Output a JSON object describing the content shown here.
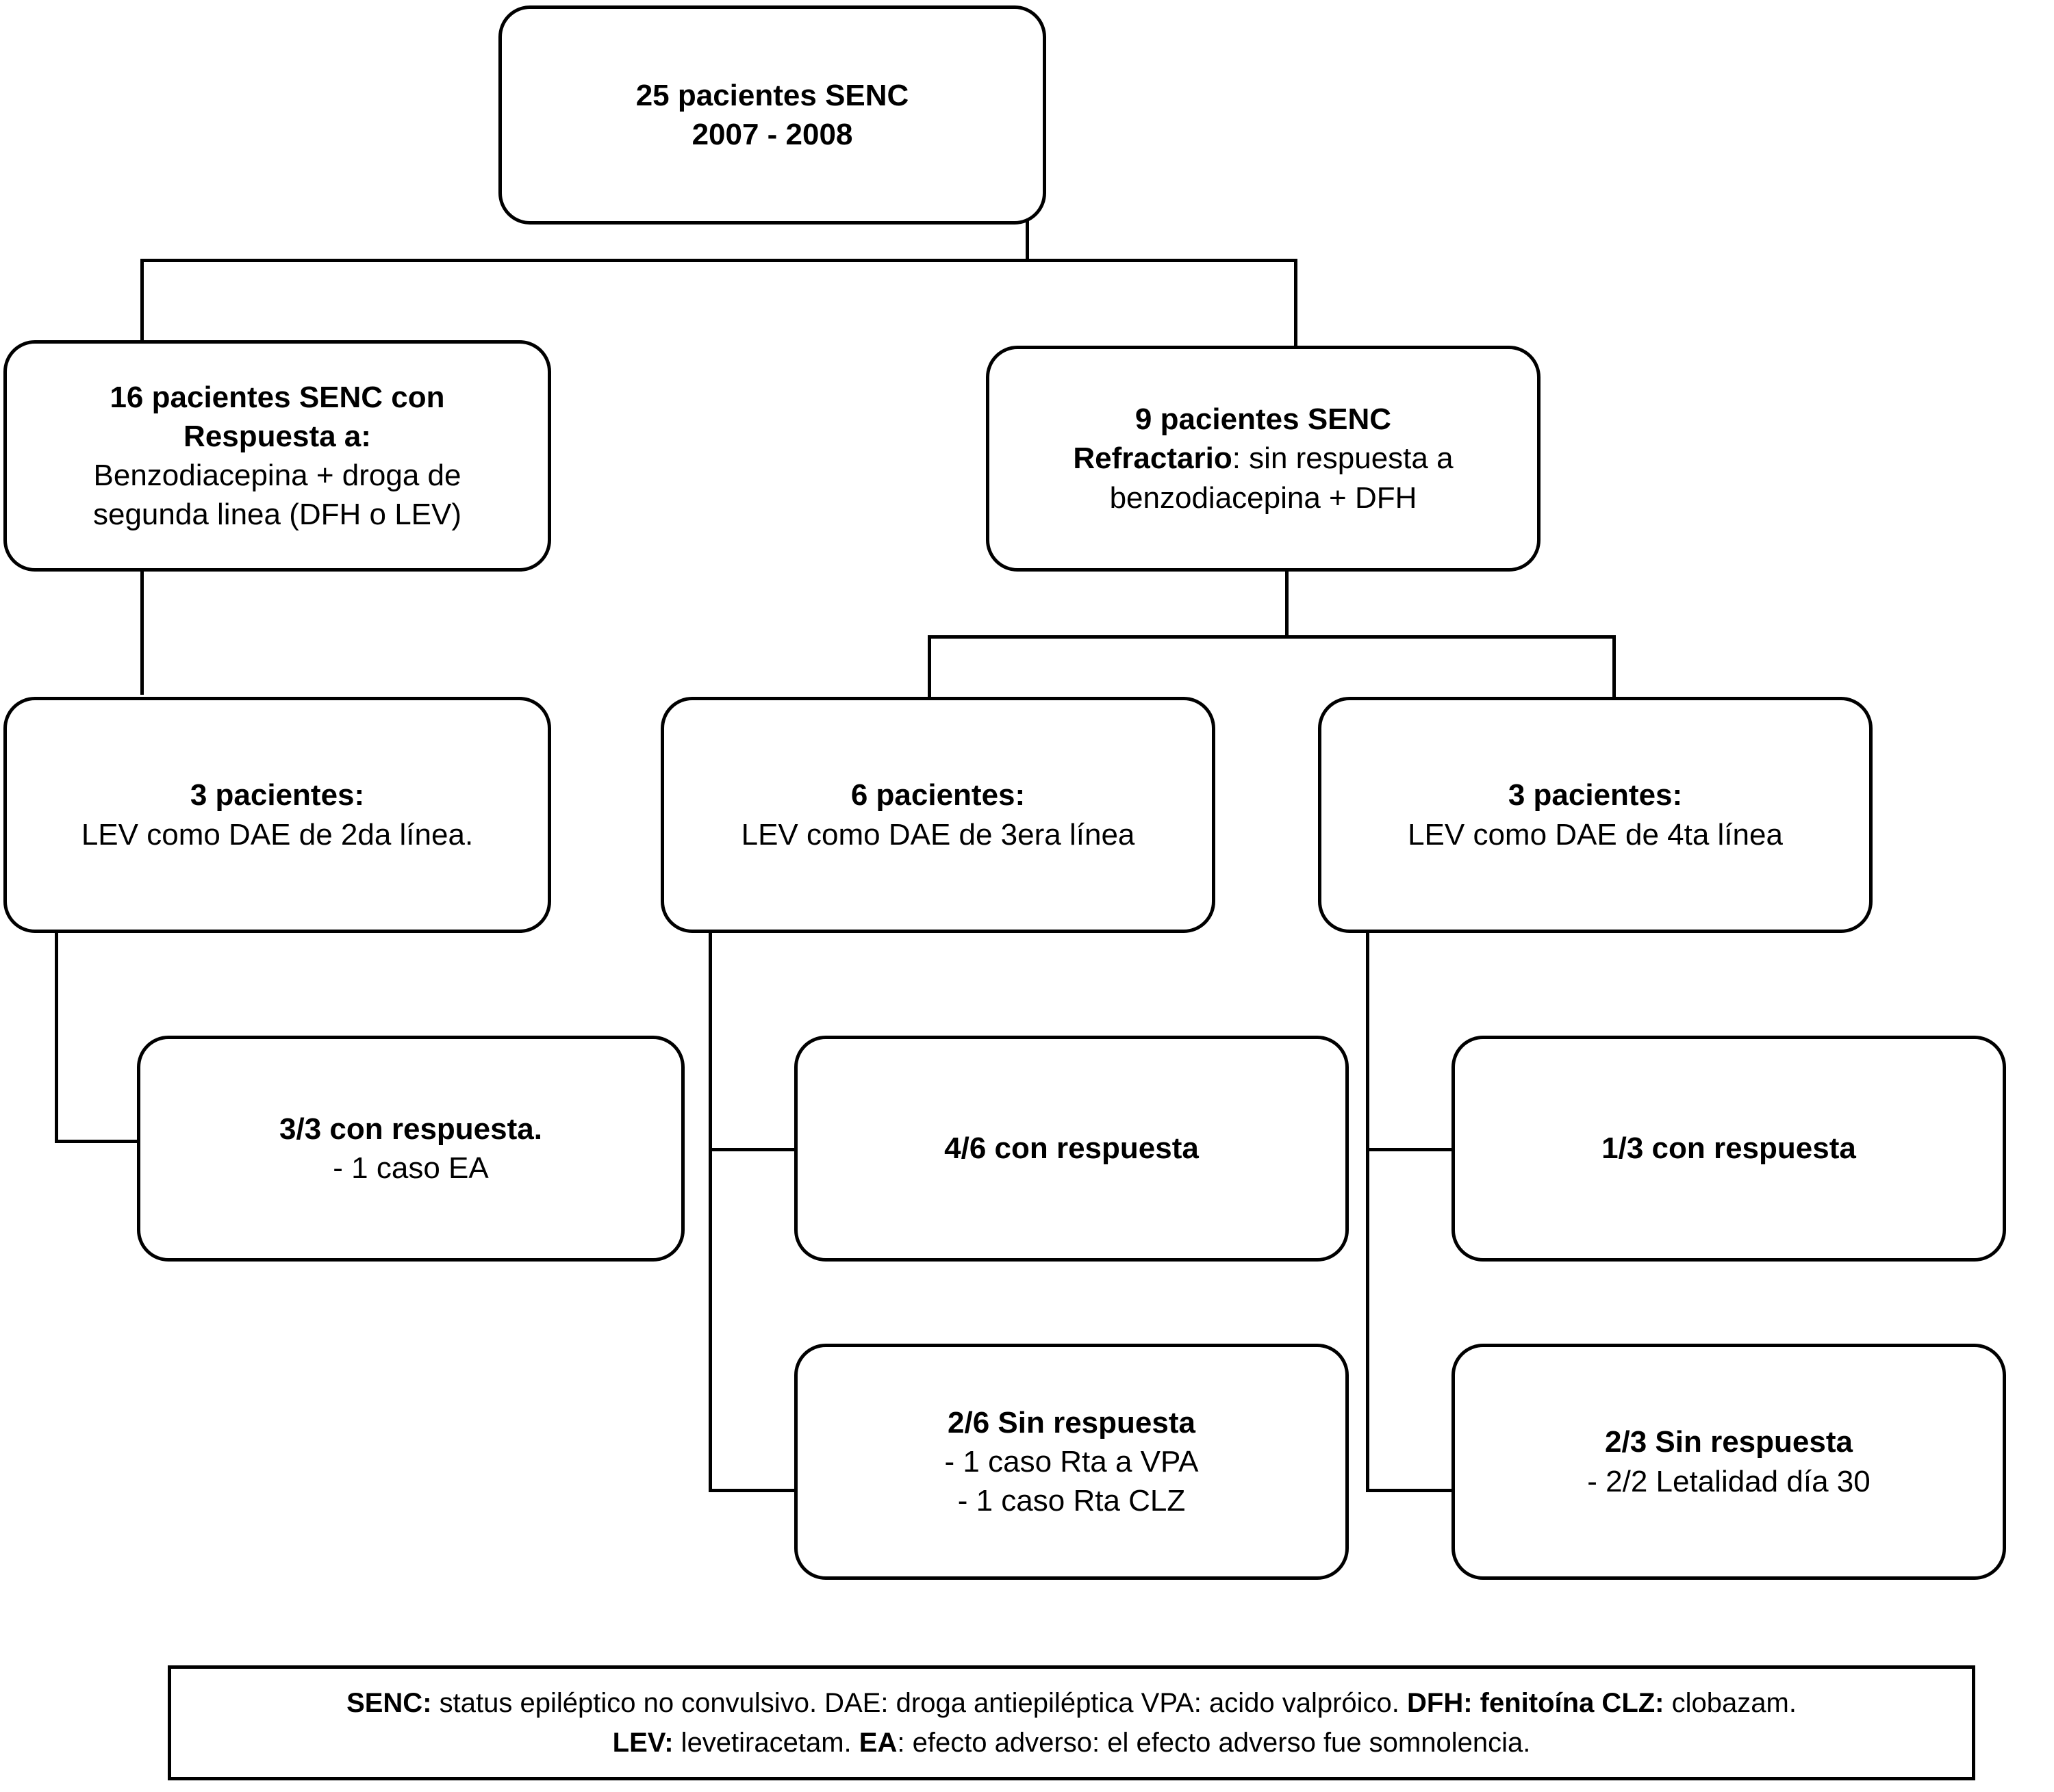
{
  "diagram": {
    "title": "Flujograma de pacientes SENC 2007-2008",
    "type": "flowchart",
    "colors": {
      "stroke": "#000000",
      "fill": "#ffffff",
      "text": "#000000"
    },
    "nodes": {
      "root": {
        "id": "root",
        "line1": "25 pacientes SENC",
        "line2": "2007 - 2008"
      },
      "responders": {
        "id": "responders",
        "line1": "16 pacientes SENC con",
        "line2": "Respuesta a:",
        "line3": "Benzodiacepina + droga de",
        "line4": "segunda linea (DFH o LEV)"
      },
      "refractory": {
        "id": "refractory",
        "line1": "9 pacientes SENC",
        "line2_bold": "Refractario",
        "line2_rest": ": sin respuesta a",
        "line3": "benzodiacepina + DFH"
      },
      "lev2": {
        "id": "lev2",
        "line1": "3 pacientes:",
        "line2": "LEV como DAE de 2da línea."
      },
      "lev3": {
        "id": "lev3",
        "line1": "6 pacientes:",
        "line2": "LEV como DAE de 3era línea"
      },
      "lev4": {
        "id": "lev4",
        "line1": "3 pacientes:",
        "line2": "LEV como DAE de 4ta línea"
      },
      "resp33": {
        "id": "resp33",
        "line1": "3/3 con respuesta.",
        "line2": "- 1 caso EA"
      },
      "resp46": {
        "id": "resp46",
        "line1": "4/6 con respuesta"
      },
      "resp13": {
        "id": "resp13",
        "line1": "1/3 con respuesta"
      },
      "noresp26": {
        "id": "noresp26",
        "line1": "2/6 Sin respuesta",
        "line2": "- 1 caso Rta a VPA",
        "line3": "- 1 caso Rta CLZ"
      },
      "noresp23": {
        "id": "noresp23",
        "line1": "2/3 Sin respuesta",
        "line2": "- 2/2 Letalidad día 30"
      }
    },
    "legend": {
      "line1_a_bold": "SENC:",
      "line1_a": " status epiléptico no convulsivo. DAE: droga antiepiléptica VPA: acido valpróico. ",
      "line1_b_bold": "DFH: fenitoína CLZ:",
      "line1_c": " clobazam.",
      "line2_a_bold": "LEV:",
      "line2_a": " levetiracetam. ",
      "line2_b_bold": "EA",
      "line2_c": ": efecto adverso: el efecto adverso fue somnolencia."
    }
  }
}
